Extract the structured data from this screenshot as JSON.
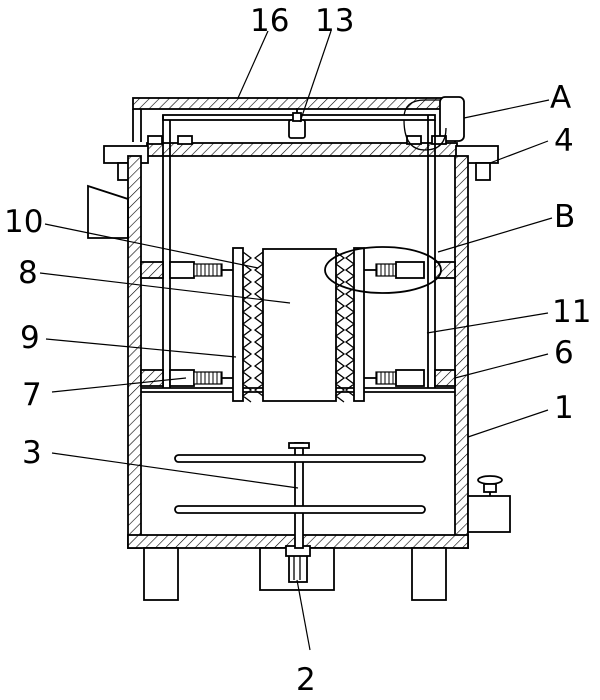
{
  "figure": {
    "labels": [
      {
        "id": "16",
        "text": "16"
      },
      {
        "id": "13",
        "text": "13"
      },
      {
        "id": "A",
        "text": "A"
      },
      {
        "id": "4",
        "text": "4"
      },
      {
        "id": "B",
        "text": "B"
      },
      {
        "id": "10",
        "text": "10"
      },
      {
        "id": "8",
        "text": "8"
      },
      {
        "id": "11",
        "text": "11"
      },
      {
        "id": "9",
        "text": "9"
      },
      {
        "id": "6",
        "text": "6"
      },
      {
        "id": "7",
        "text": "7"
      },
      {
        "id": "1",
        "text": "1"
      },
      {
        "id": "3",
        "text": "3"
      },
      {
        "id": "2",
        "text": "2"
      }
    ]
  }
}
